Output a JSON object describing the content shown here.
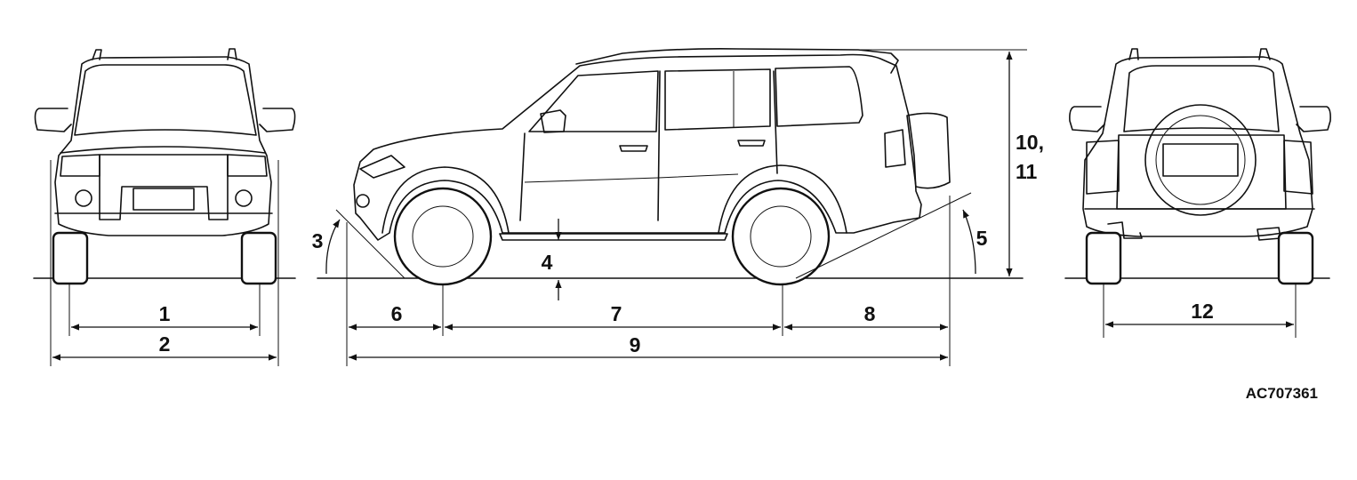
{
  "figure": {
    "code": "AC707361",
    "labels": {
      "d1": "1",
      "d2": "2",
      "d3": "3",
      "d4": "4",
      "d5": "5",
      "d6": "6",
      "d7": "7",
      "d8": "8",
      "d9": "9",
      "d10": "10,",
      "d11": "11",
      "d12": "12"
    }
  }
}
